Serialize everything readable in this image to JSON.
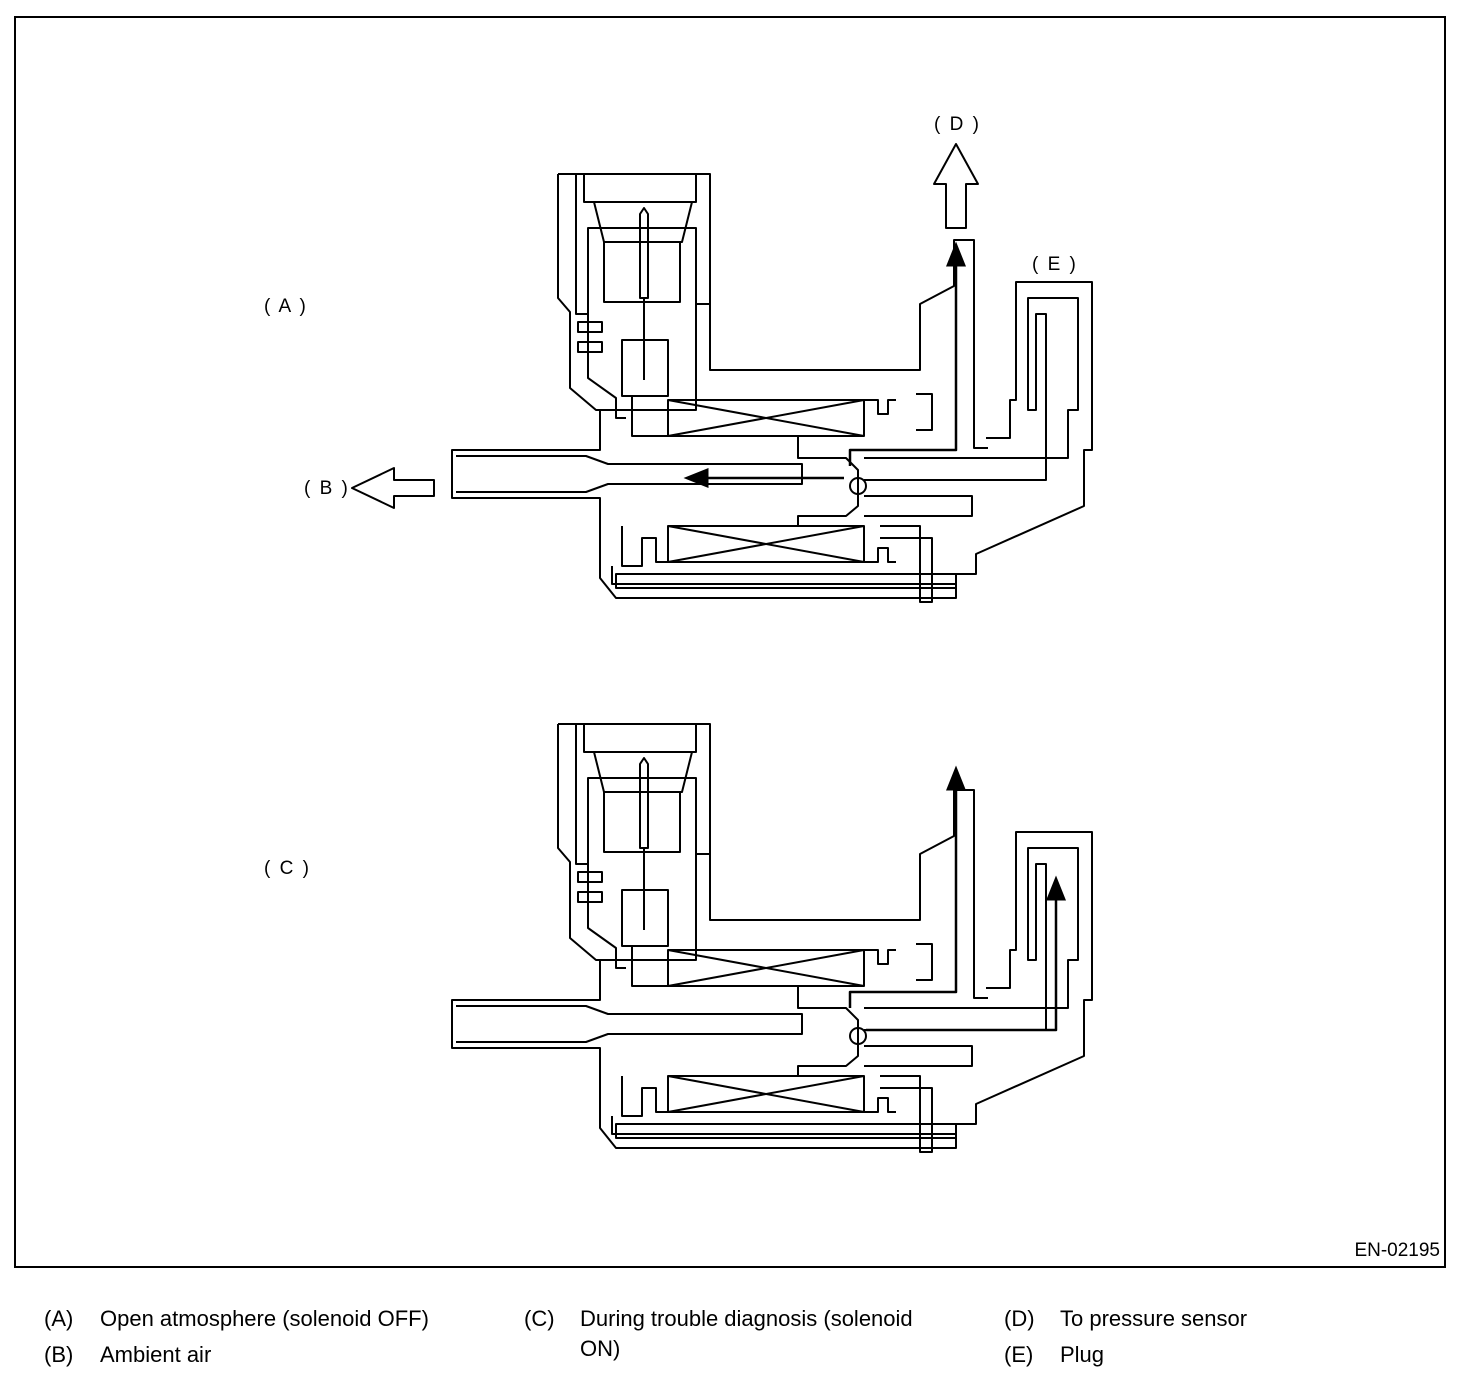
{
  "figure": {
    "code": "EN-02195",
    "callouts": {
      "A": "( A )",
      "B": "( B )",
      "C": "( C )",
      "D": "( D )",
      "E": "( E )"
    }
  },
  "legend": [
    {
      "key": "(A)",
      "text": "Open atmosphere (solenoid OFF)"
    },
    {
      "key": "(B)",
      "text": "Ambient air"
    },
    {
      "key": "(C)",
      "text": "During trouble diagnosis (solenoid",
      "text2": "ON)"
    },
    {
      "key": "(D)",
      "text": "To pressure sensor"
    },
    {
      "key": "(E)",
      "text": "Plug"
    }
  ]
}
